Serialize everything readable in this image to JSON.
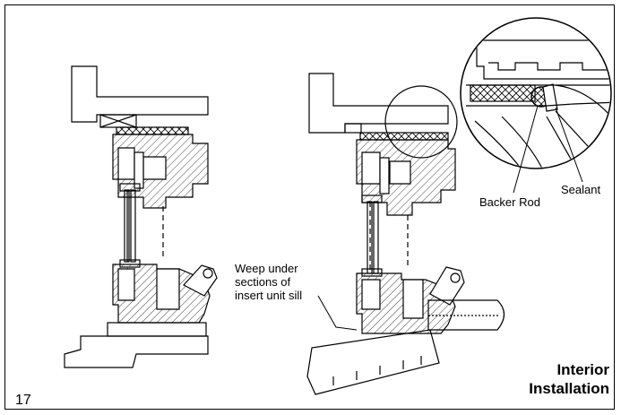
{
  "labels": {
    "weep_lines": [
      "Weep under",
      "sections of",
      "insert unit sill"
    ],
    "backer_rod": "Backer Rod",
    "sealant": "Sealant",
    "title_lines": [
      "Interior",
      "Installation"
    ]
  },
  "page_number": "17",
  "colors": {
    "ink": "#000000",
    "paper": "#ffffff",
    "hatch": "#444444"
  }
}
